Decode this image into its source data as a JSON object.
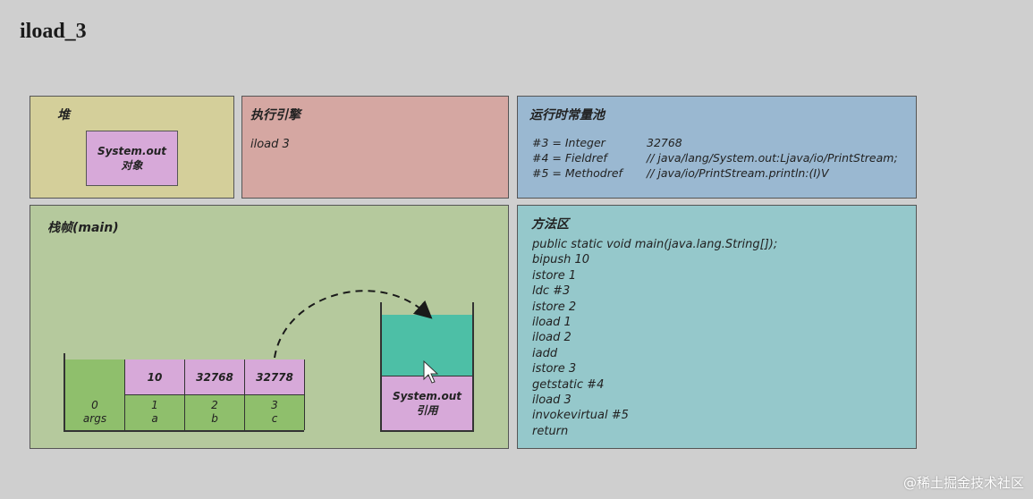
{
  "page": {
    "title": "iload_3"
  },
  "heap": {
    "title": "堆",
    "object_line1": "System.out",
    "object_line2": "对象"
  },
  "engine": {
    "title": "执行引擎",
    "current_instruction": "iload 3"
  },
  "constant_pool": {
    "title": "运行时常量池",
    "entries": [
      {
        "ref": "#3 = Integer",
        "value": "32768"
      },
      {
        "ref": "#4 = Fieldref",
        "value": "// java/lang/System.out:Ljava/io/PrintStream;"
      },
      {
        "ref": "#5 = Methodref",
        "value": "// java/io/PrintStream.println:(I)V"
      }
    ]
  },
  "frame": {
    "title": "栈帧(main)",
    "locals": [
      {
        "value": "",
        "index": "0",
        "name": "args"
      },
      {
        "value": "10",
        "index": "1",
        "name": "a"
      },
      {
        "value": "32768",
        "index": "2",
        "name": "b"
      },
      {
        "value": "32778",
        "index": "3",
        "name": "c"
      }
    ],
    "operand_stack": {
      "top_line1": "System.out",
      "top_line2": "引用"
    }
  },
  "method_area": {
    "title": "方法区",
    "code": [
      "public static void main(java.lang.String[]);",
      "bipush 10",
      "istore 1",
      "ldc #3",
      "istore 2",
      "iload 1",
      "iload 2",
      "iadd",
      "istore 3",
      "getstatic #4",
      "iload 3",
      "invokevirtual #5",
      "return"
    ]
  },
  "watermark": "@稀土掘金技术社区"
}
